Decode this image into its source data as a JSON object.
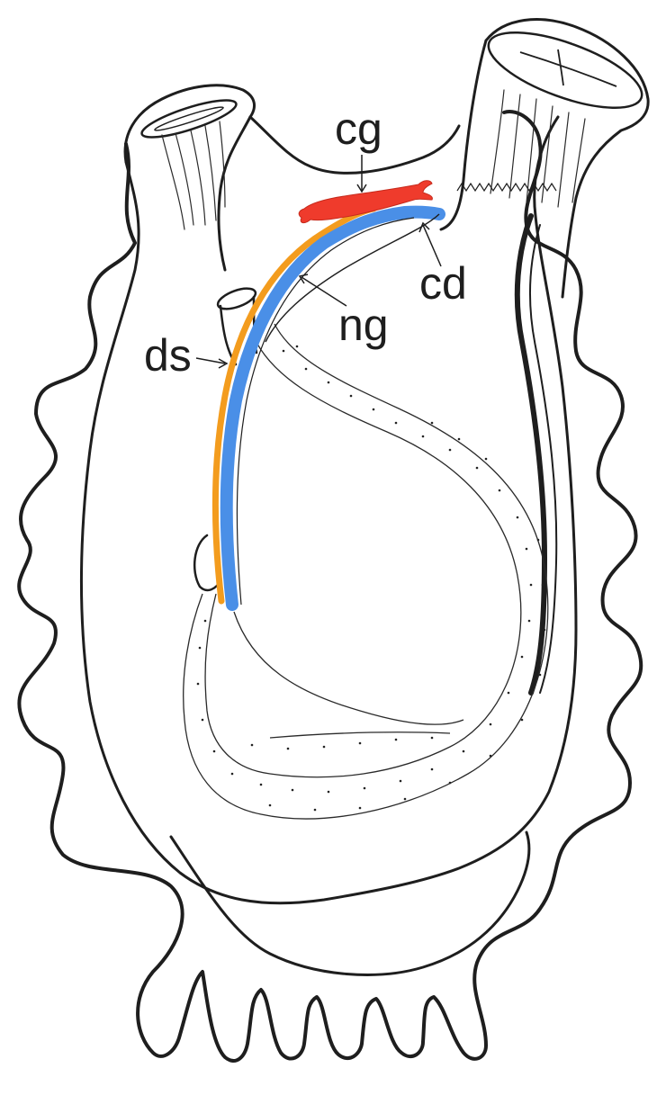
{
  "labels": {
    "cg": "cg",
    "cd": "cd",
    "ng": "ng",
    "ds": "ds"
  },
  "colors": {
    "ink": "#1e1e1e",
    "cerebral_ganglion": "#ef3b2c",
    "neural_gland": "#4a8fe7",
    "dorsal_strand": "#f39c1e",
    "background": "#ffffff"
  }
}
